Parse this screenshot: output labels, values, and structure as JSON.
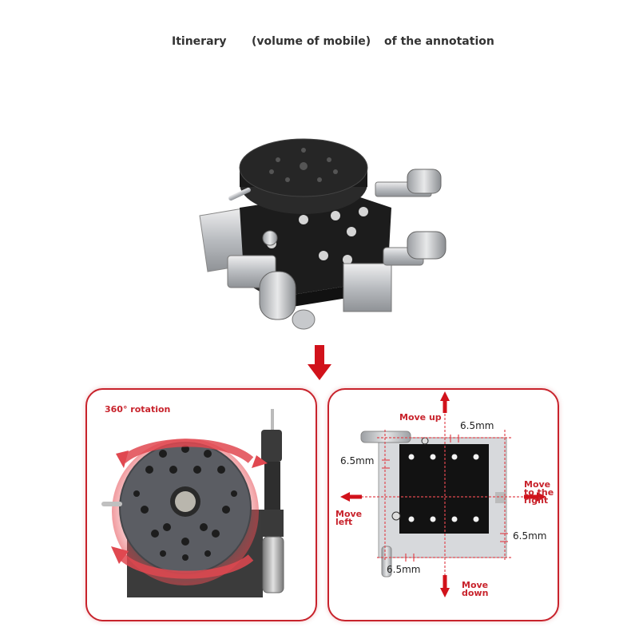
{
  "header": {
    "itinerary": "Itinerary",
    "volume_note": "(volume of mobile)",
    "annotation": "of the annotation"
  },
  "rotation_panel": {
    "title": "360° rotation"
  },
  "translation_panel": {
    "move_up": "Move up",
    "move_down": "Move down",
    "move_left": "Move left",
    "move_right": "Move to the right",
    "dim_top": "6.5mm",
    "dim_left": "6.5mm",
    "dim_right": "6.5mm",
    "dim_bottom": "6.5mm"
  },
  "colors": {
    "accent_red": "#c8232c",
    "stage_black": "#1c1c1c",
    "metal_silver": "#c9cbce"
  },
  "icons": [
    "down-arrow-icon",
    "rotation-arrows-icon",
    "direction-arrow-icon"
  ]
}
